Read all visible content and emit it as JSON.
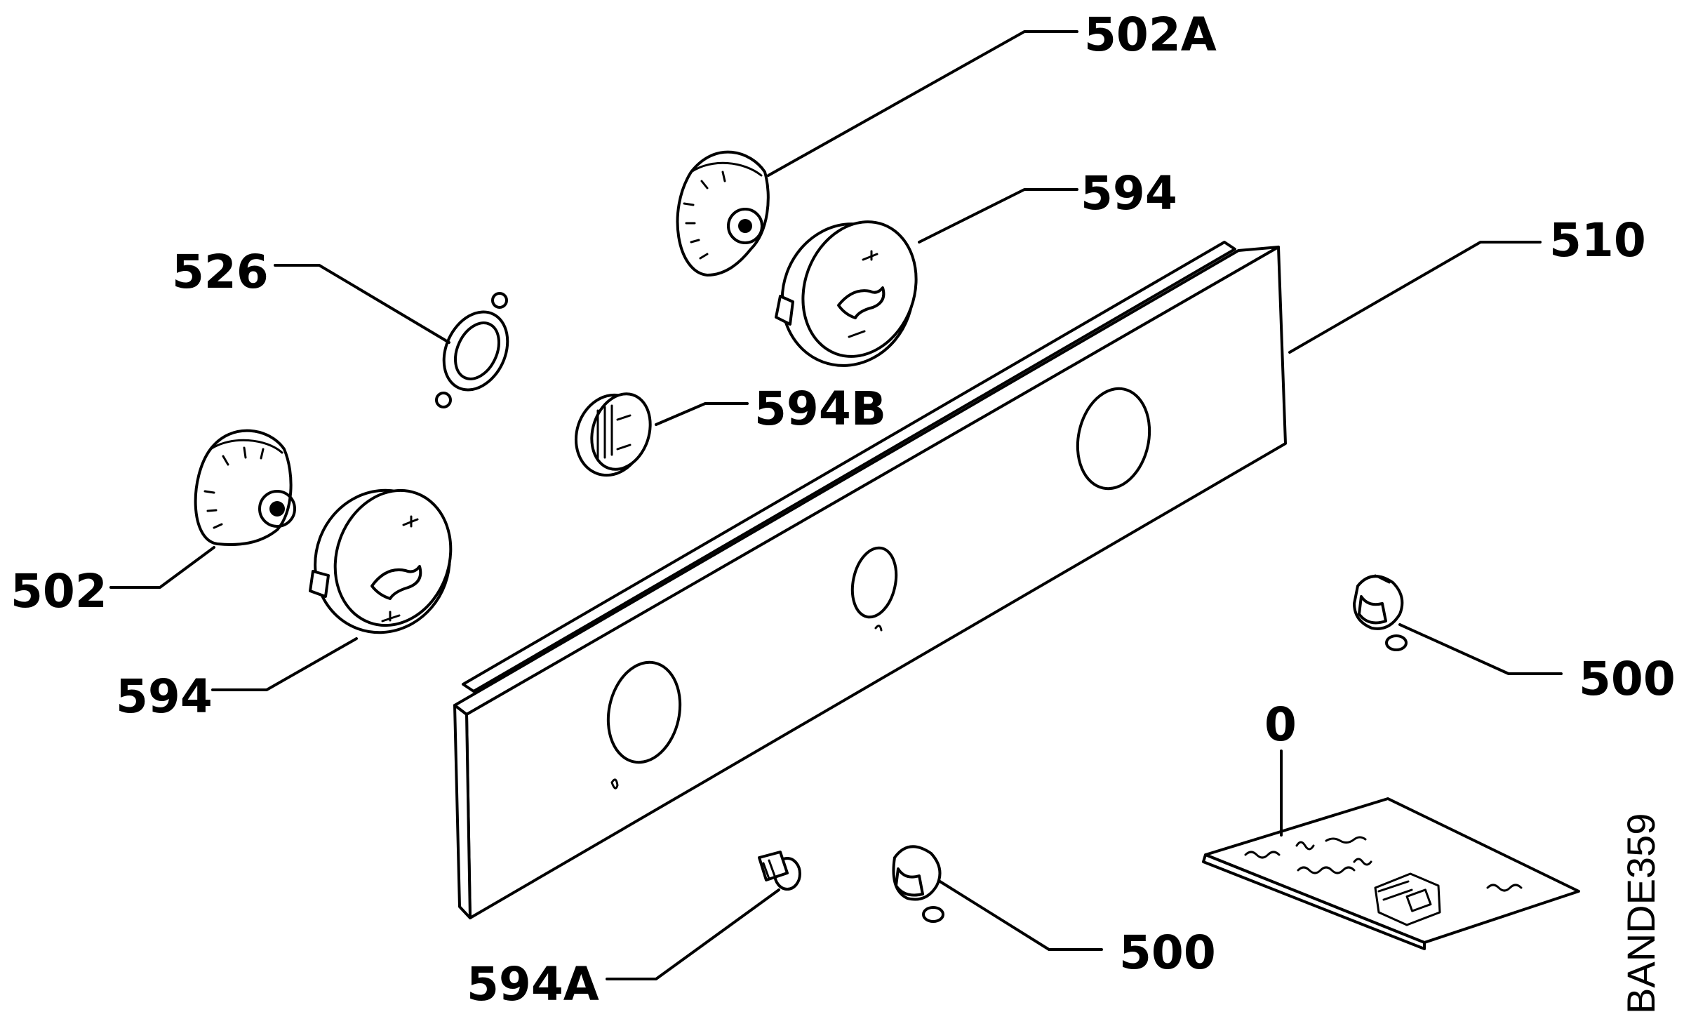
{
  "labels": {
    "l_502A": "502A",
    "l_594_top": "594",
    "l_510": "510",
    "l_526": "526",
    "l_594B": "594B",
    "l_502": "502",
    "l_594_left": "594",
    "l_500_right": "500",
    "l_0": "0",
    "l_594A": "594A",
    "l_500_bottom": "500"
  },
  "drawing_code": "BANDE359"
}
